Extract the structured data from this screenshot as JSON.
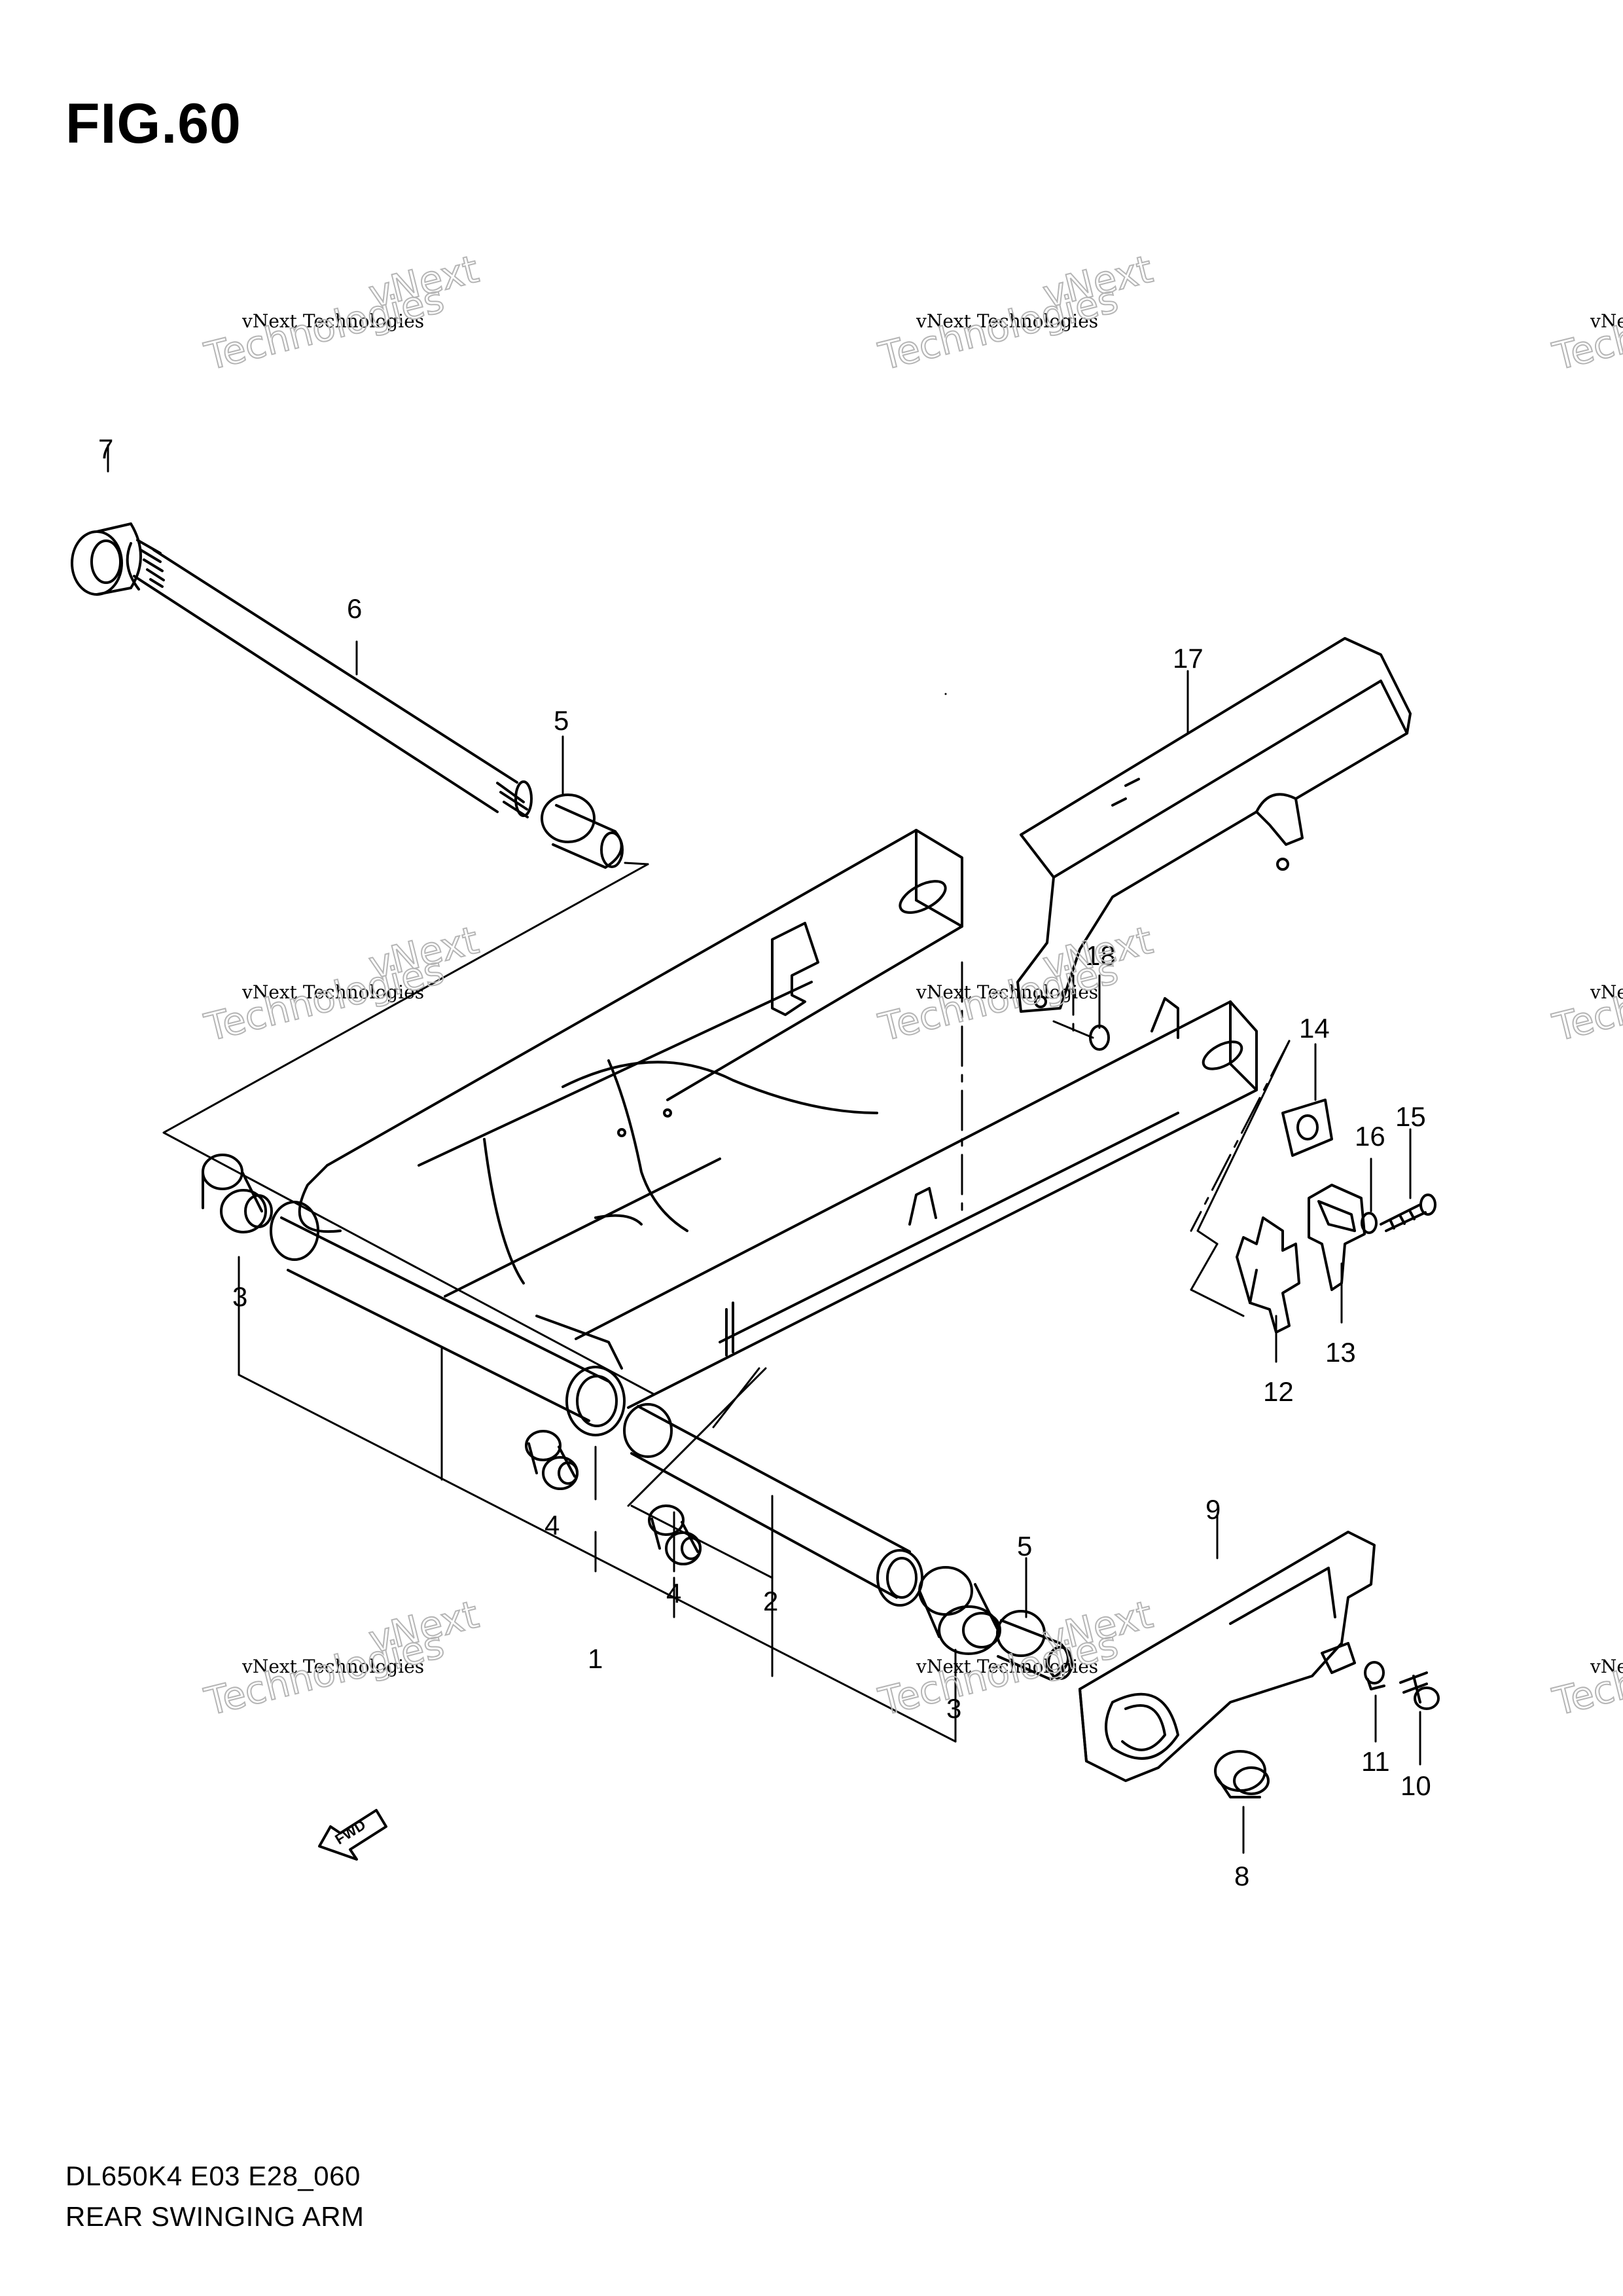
{
  "figure": {
    "title": "FIG.60"
  },
  "footer": {
    "model_code": "DL650K4 E03 E28_060",
    "section_name": "REAR SWINGING ARM"
  },
  "watermark": {
    "line1": "vNext Technologies",
    "line2": "vNext",
    "line3": "Technologies"
  },
  "fwd_label": "FWD",
  "callouts": [
    "1",
    "2",
    "3",
    "3",
    "4",
    "4",
    "5",
    "5",
    "6",
    "7",
    "8",
    "9",
    "10",
    "11",
    "12",
    "13",
    "14",
    "15",
    "16",
    "17",
    "18"
  ]
}
